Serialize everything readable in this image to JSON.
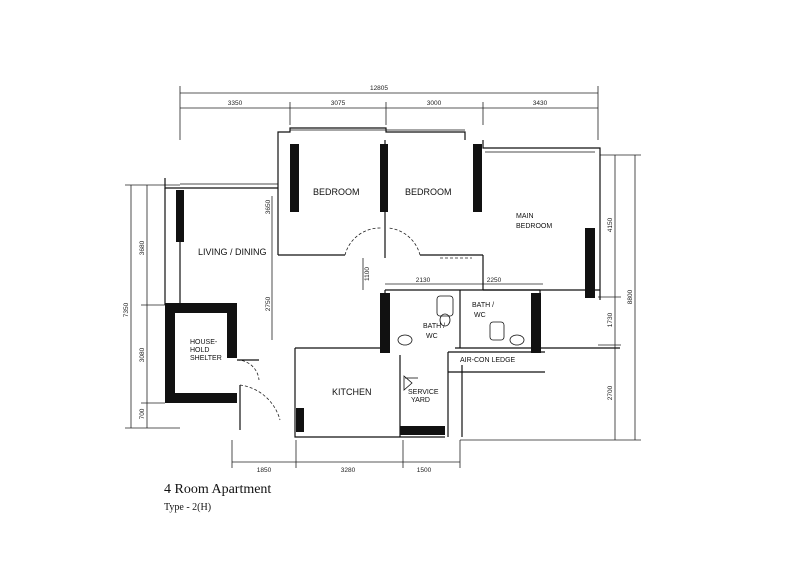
{
  "title": "4 Room Apartment",
  "subtitle": "Type - 2(H)",
  "rooms": {
    "bedroom_1": "BEDROOM",
    "bedroom_2": "BEDROOM",
    "main_bedroom_line1": "MAIN",
    "main_bedroom_line2": "BEDROOM",
    "living_dining": "LIVING / DINING",
    "shelter_line1": "HOUSE-",
    "shelter_line2": "HOLD",
    "shelter_line3": "SHELTER",
    "kitchen": "KITCHEN",
    "service_line1": "SERVICE",
    "service_line2": "YARD",
    "bath1_line1": "BATH /",
    "bath1_line2": "WC",
    "bath2_line1": "BATH /",
    "bath2_line2": "WC",
    "aircon": "AIR-CON LEDGE"
  },
  "dimensions": {
    "overall_width": "12805",
    "top_1": "3350",
    "top_2": "3075",
    "top_3": "3000",
    "top_4": "3430",
    "bottom_1": "1850",
    "bottom_2": "3280",
    "bottom_3": "1500",
    "left_overall": "7350",
    "left_1": "3680",
    "left_2": "3080",
    "left_3": "700",
    "right_overall": "8800",
    "right_1": "4150",
    "right_2": "1730",
    "right_3": "2700",
    "bedroom_depth": "3650",
    "living_mid": "2750",
    "corridor": "1100",
    "bath_w1": "2130",
    "bath_w2": "2250"
  },
  "colors": {
    "wall": "#111111",
    "line": "#222222",
    "paper": "#ffffff"
  }
}
